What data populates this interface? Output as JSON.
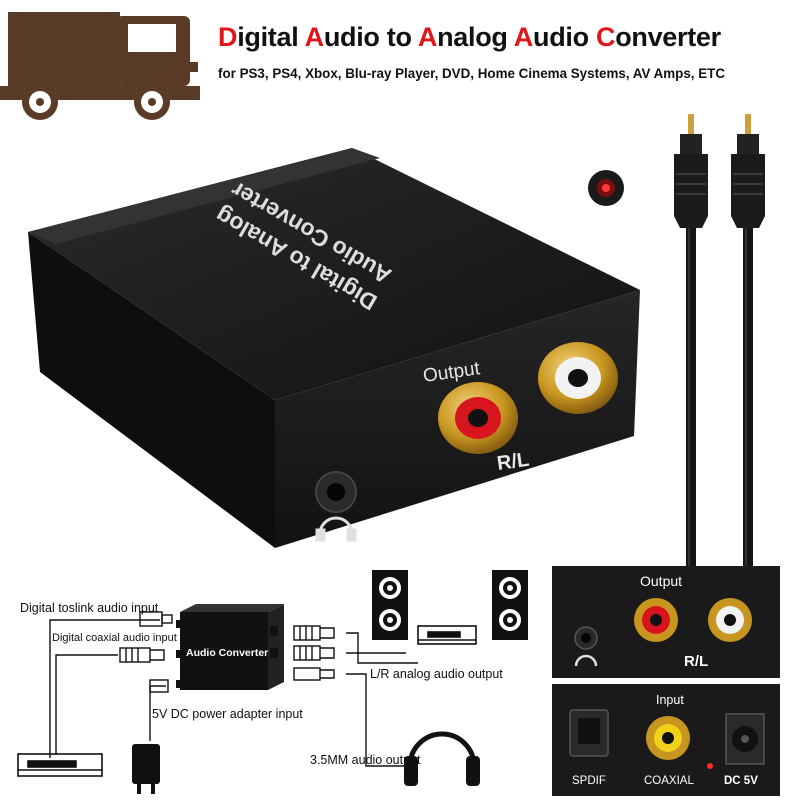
{
  "header": {
    "title_parts": [
      {
        "cap": "D",
        "rest": "igital "
      },
      {
        "cap": "A",
        "rest": "udio to "
      },
      {
        "cap": "A",
        "rest": "nalog "
      },
      {
        "cap": "A",
        "rest": "udio "
      },
      {
        "cap": "C",
        "rest": "onverter"
      }
    ],
    "subtitle": "for PS3, PS4, Xbox, Blu-ray Player, DVD, Home Cinema Systems, AV Amps, ETC"
  },
  "device": {
    "top_line1": "Digital to Analog",
    "top_line2": "Audio Converter",
    "front_output": "Output",
    "front_rl": "R/L"
  },
  "diagram": {
    "toslink_input": "Digital  toslink audio input",
    "coaxial_input": "Digital  coaxial audio input",
    "box_label": "Audio Converter",
    "power_input": "5V DC power adapter input",
    "lr_output": "L/R analog audio output",
    "headphone_output": "3.5MM audio output"
  },
  "panel_output": {
    "title": "Output",
    "rl": "R/L"
  },
  "panel_input": {
    "title": "Input",
    "spdif": "SPDIF",
    "coaxial": "COAXIAL",
    "dc": "DC 5V"
  },
  "colors": {
    "accent_red": "#e0161b",
    "truck_brown": "#5a3b27",
    "device_body": "#1c1c1c",
    "gold": "#c8951e"
  }
}
